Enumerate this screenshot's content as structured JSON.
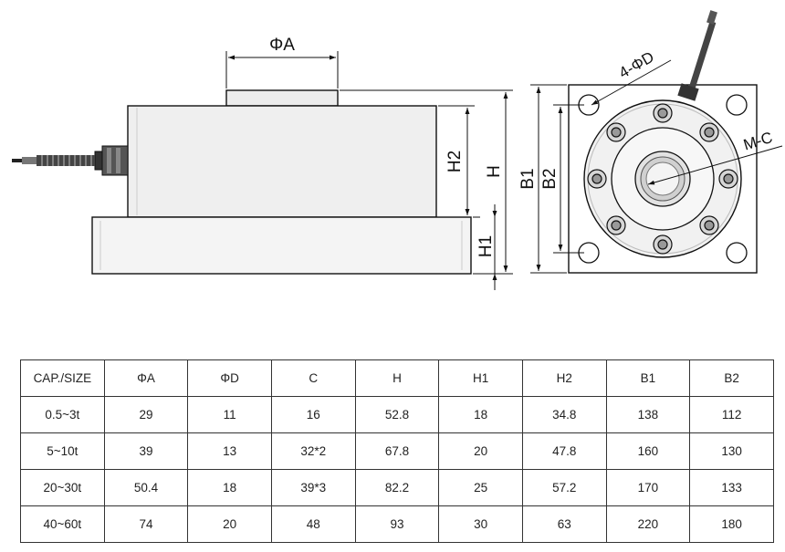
{
  "drawing": {
    "labels": {
      "dia_a": "ΦA",
      "h2": "H2",
      "h": "H",
      "h1": "H1",
      "b1": "B1",
      "b2": "B2",
      "hole_d": "4-ΦD",
      "thread_c": "M-C"
    }
  },
  "table": {
    "headers": [
      "CAP./SIZE",
      "ΦA",
      "ΦD",
      "C",
      "H",
      "H1",
      "H2",
      "B1",
      "B2"
    ],
    "rows": [
      [
        "0.5~3t",
        "29",
        "11",
        "16",
        "52.8",
        "18",
        "34.8",
        "138",
        "112"
      ],
      [
        "5~10t",
        "39",
        "13",
        "32*2",
        "67.8",
        "20",
        "47.8",
        "160",
        "130"
      ],
      [
        "20~30t",
        "50.4",
        "18",
        "39*3",
        "82.2",
        "25",
        "57.2",
        "170",
        "133"
      ],
      [
        "40~60t",
        "74",
        "20",
        "48",
        "93",
        "30",
        "63",
        "220",
        "180"
      ]
    ]
  }
}
